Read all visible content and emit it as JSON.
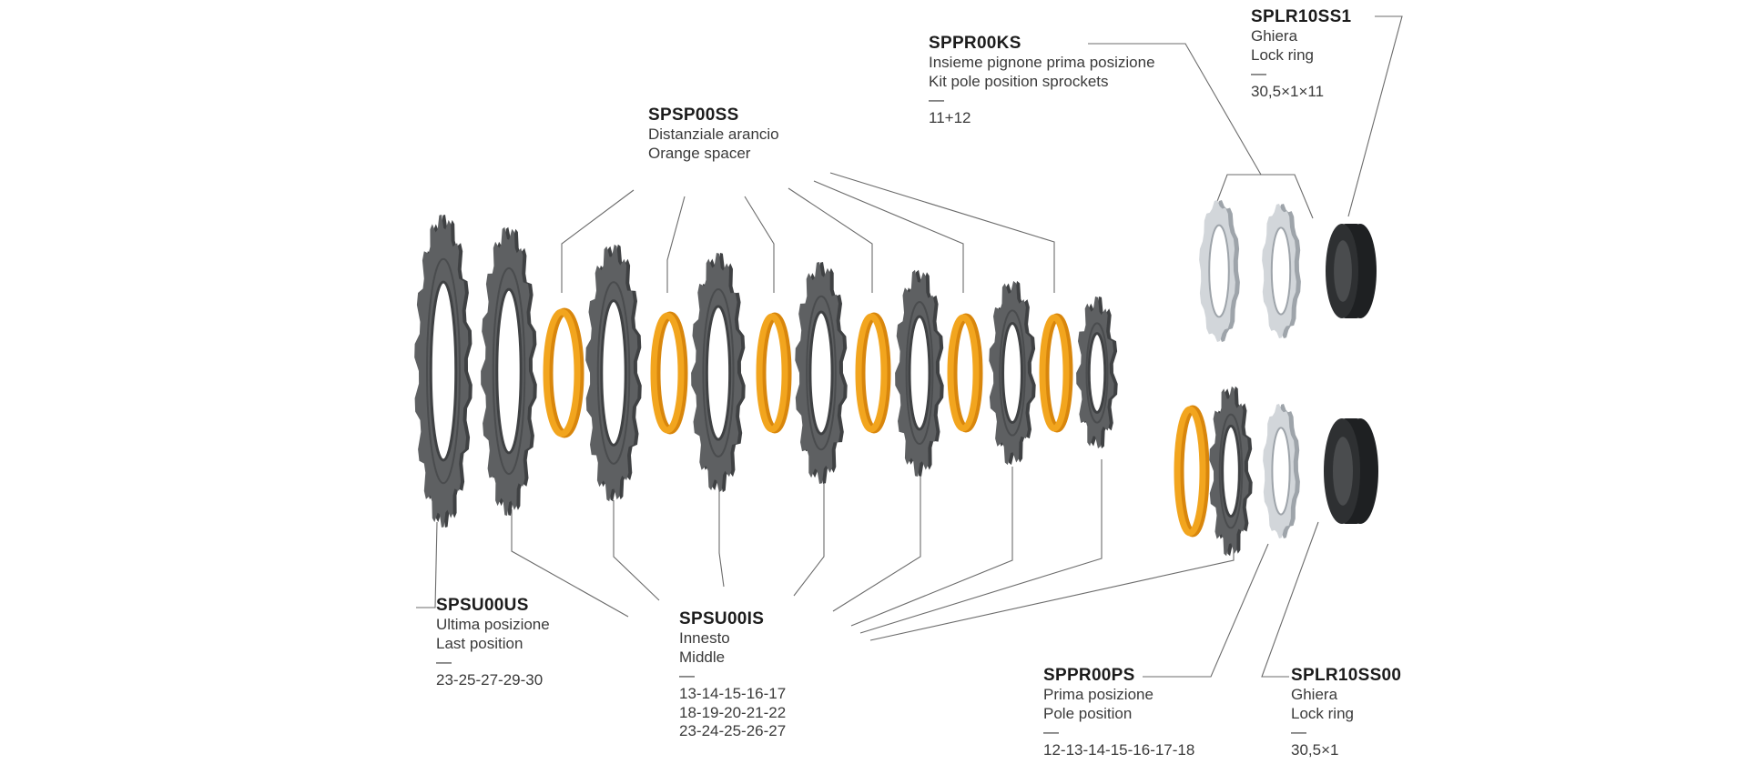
{
  "colors": {
    "sprocket": "#5e6062",
    "sprocket_dark": "#3f4143",
    "spacer": "#f2a51e",
    "spacer_dark": "#d8860c",
    "silver": "#d2d6da",
    "silver_dark": "#9ea4aa",
    "lockring": "#2e3032",
    "leader": "#6b6b6b"
  },
  "labels": {
    "spsp00ss": {
      "code": "SPSP00SS",
      "line1": "Distanziale arancio",
      "line2": "Orange spacer"
    },
    "sppr00ks": {
      "code": "SPPR00KS",
      "line1": "Insieme pignone prima posizione",
      "line2": "Kit pole position sprockets",
      "dash": "—",
      "spec": "11+12"
    },
    "splr10ss1": {
      "code": "SPLR10SS1",
      "line1": "Ghiera",
      "line2": "Lock ring",
      "dash": "—",
      "spec": "30,5×1×11"
    },
    "spsu00us": {
      "code": "SPSU00US",
      "line1": "Ultima posizione",
      "line2": "Last position",
      "dash": "—",
      "spec": "23-25-27-29-30"
    },
    "spsu00is": {
      "code": "SPSU00IS",
      "line1": "Innesto",
      "line2": "Middle",
      "dash": "—",
      "spec1": "13-14-15-16-17",
      "spec2": "18-19-20-21-22",
      "spec3": "23-24-25-26-27"
    },
    "sppr00ps": {
      "code": "SPPR00PS",
      "line1": "Prima posizione",
      "line2": "Pole position",
      "dash": "—",
      "spec": "12-13-14-15-16-17-18"
    },
    "splr10ss00": {
      "code": "SPLR10SS00",
      "line1": "Ghiera",
      "line2": "Lock ring",
      "dash": "—",
      "spec": "30,5×1"
    }
  }
}
